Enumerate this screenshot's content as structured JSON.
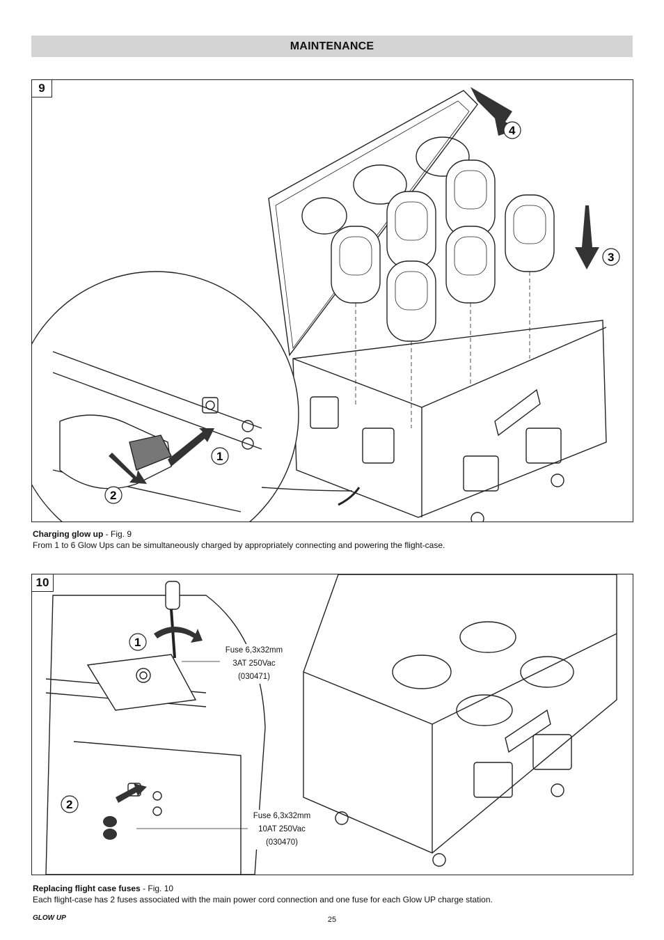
{
  "header": {
    "title": "MAINTENANCE"
  },
  "figure9": {
    "number": "9",
    "callouts": [
      "1",
      "2",
      "3",
      "4"
    ],
    "caption_title": "Charging glow up",
    "caption_ref": " - Fig. 9",
    "caption_text": "From 1 to 6 Glow Ups can be simultaneously charged by appropriately connecting and powering the flight-case."
  },
  "figure10": {
    "number": "10",
    "callouts": [
      "1",
      "2"
    ],
    "fuse_top": {
      "line1": "Fuse 6,3x32mm",
      "line2": "3AT 250Vac",
      "line3": "(030471)"
    },
    "fuse_bottom": {
      "line1": "Fuse 6,3x32mm",
      "line2": "10AT 250Vac",
      "line3": "(030470)"
    },
    "caption_title": "Replacing flight case fuses",
    "caption_ref": " - Fig. 10",
    "caption_text": "Each flight-case has 2 fuses associated with the main power cord connection and one fuse for each Glow UP charge station."
  },
  "footer": {
    "brand": "GLOW UP",
    "page": "25"
  }
}
